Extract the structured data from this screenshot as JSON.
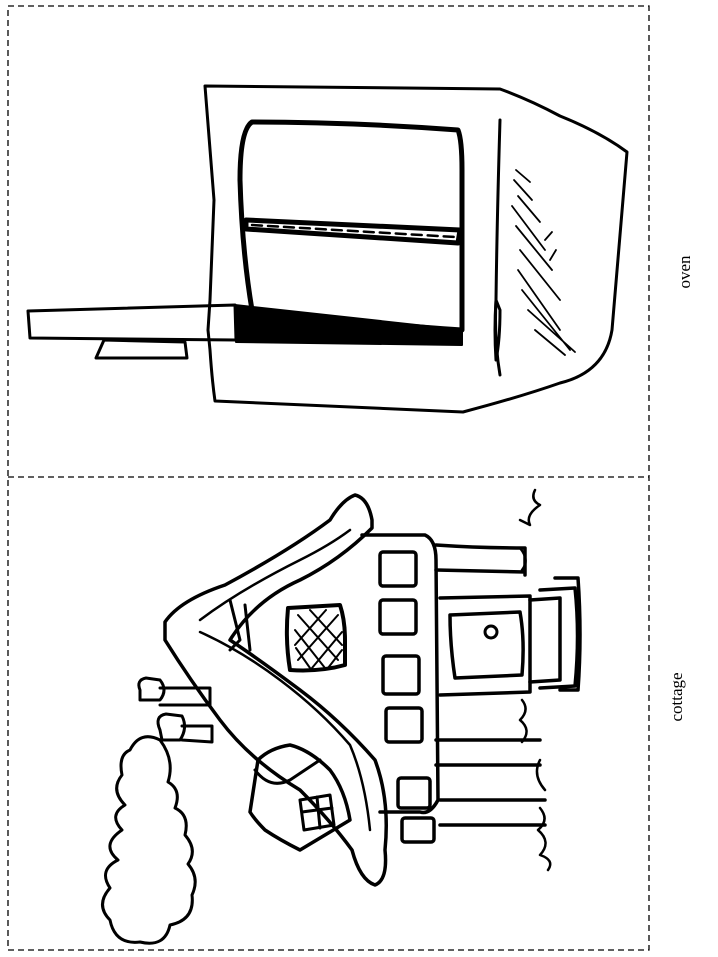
{
  "cards": [
    {
      "id": "oven",
      "label": "oven"
    },
    {
      "id": "cottage",
      "label": "cottage"
    }
  ],
  "colors": {
    "ink": "#000000",
    "paper": "#ffffff"
  },
  "illustration_style": "black-and-white line-art coloring page, rotated 90 degrees"
}
